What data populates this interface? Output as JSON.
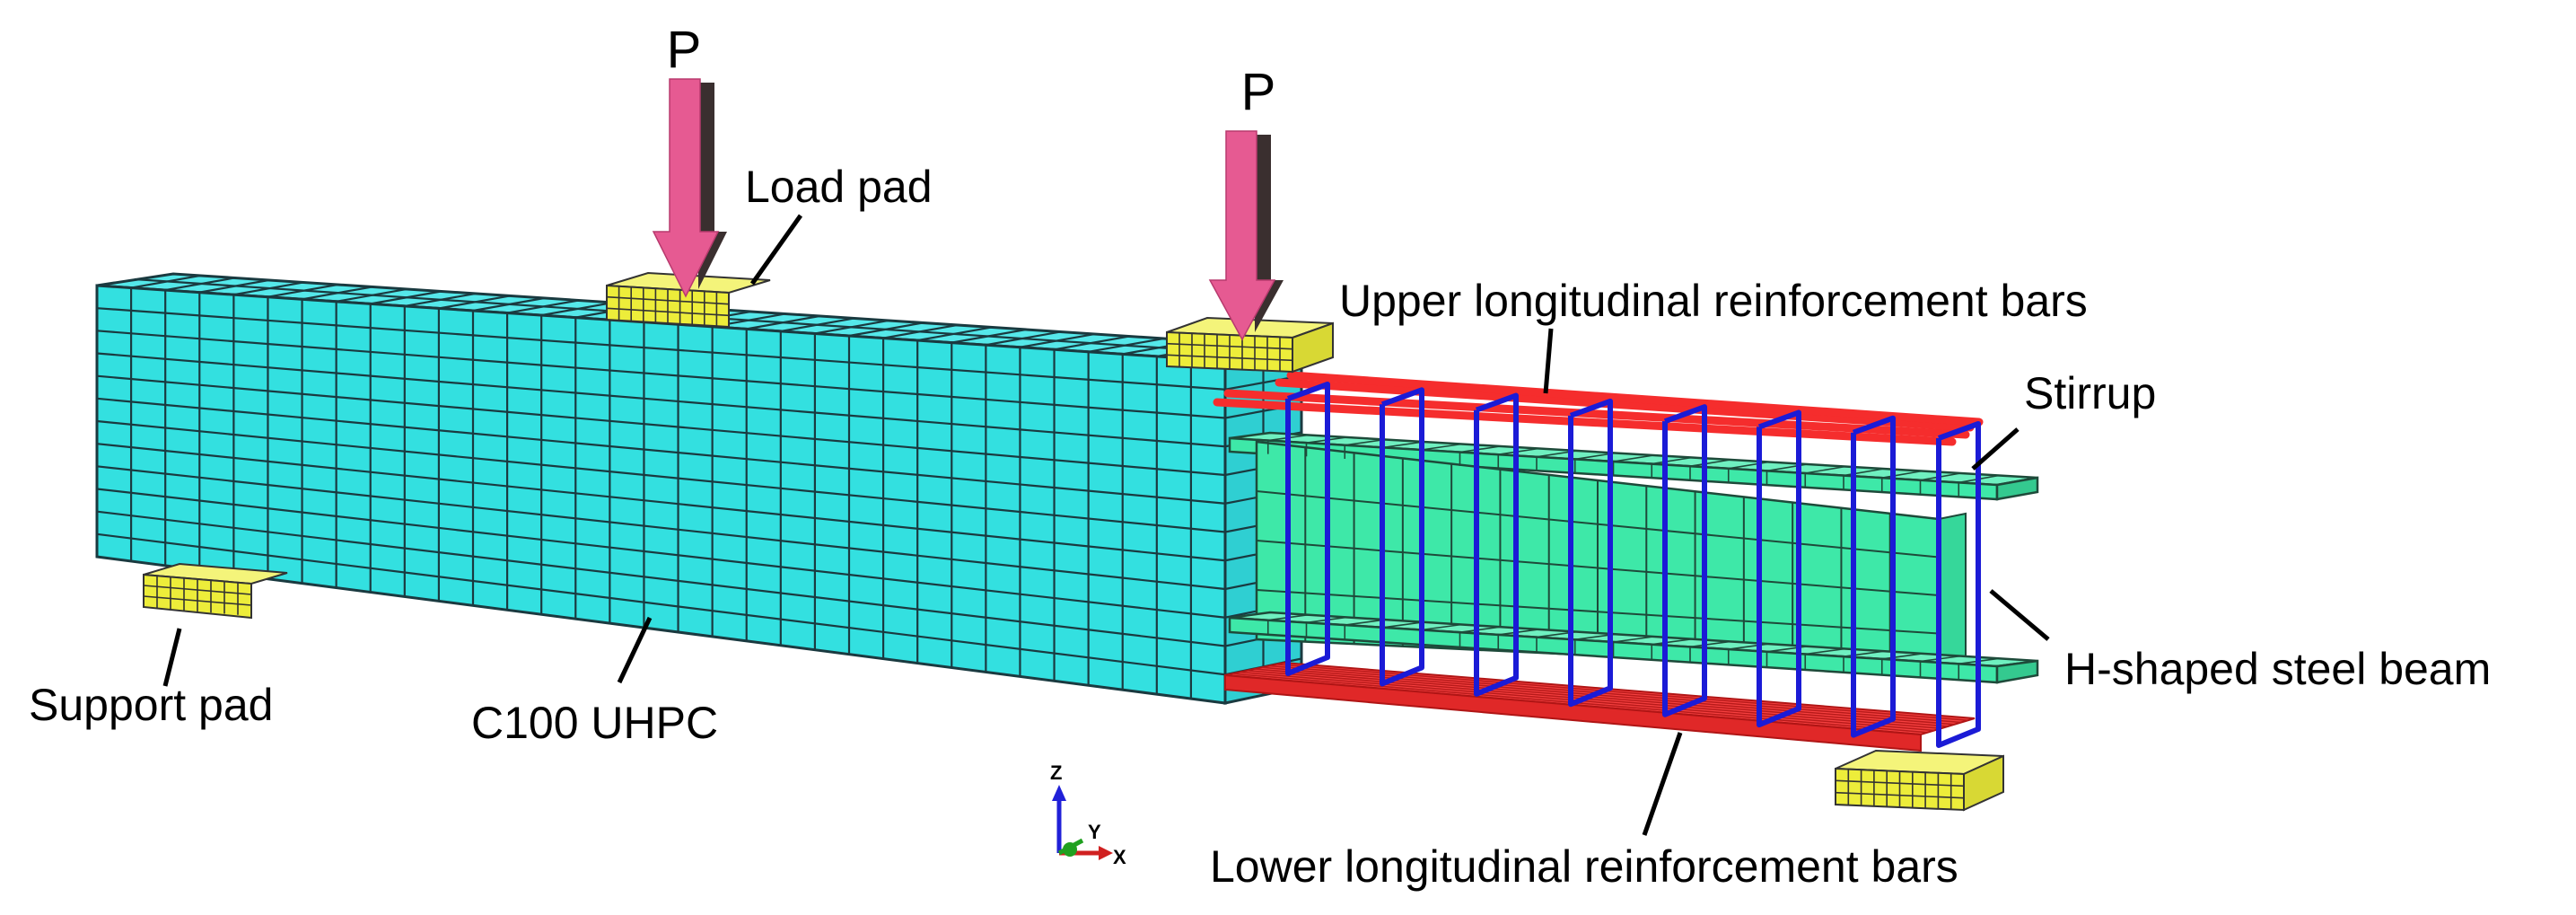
{
  "labels": {
    "load_p_left": "P",
    "load_p_right": "P",
    "load_pad": "Load pad",
    "upper_bars": "Upper longitudinal reinforcement bars",
    "stirrup": "Stirrup",
    "h_beam": "H-shaped steel beam",
    "lower_bars": "Lower longitudinal reinforcement bars",
    "support_pad": "Support pad",
    "uhpc": "C100 UHPC"
  },
  "triad": {
    "z": "Z",
    "y": "Y",
    "x": "X"
  },
  "colors": {
    "uhpc": "#33e0e0",
    "mesh_line": "#1a3a40",
    "steel_beam": "#3ee8a8",
    "rebar": "#f52d2d",
    "stirrup": "#1b1bd6",
    "pad": "#eded3a",
    "arrow_light": "#e65a92",
    "arrow_dark": "#3a2f2f"
  }
}
